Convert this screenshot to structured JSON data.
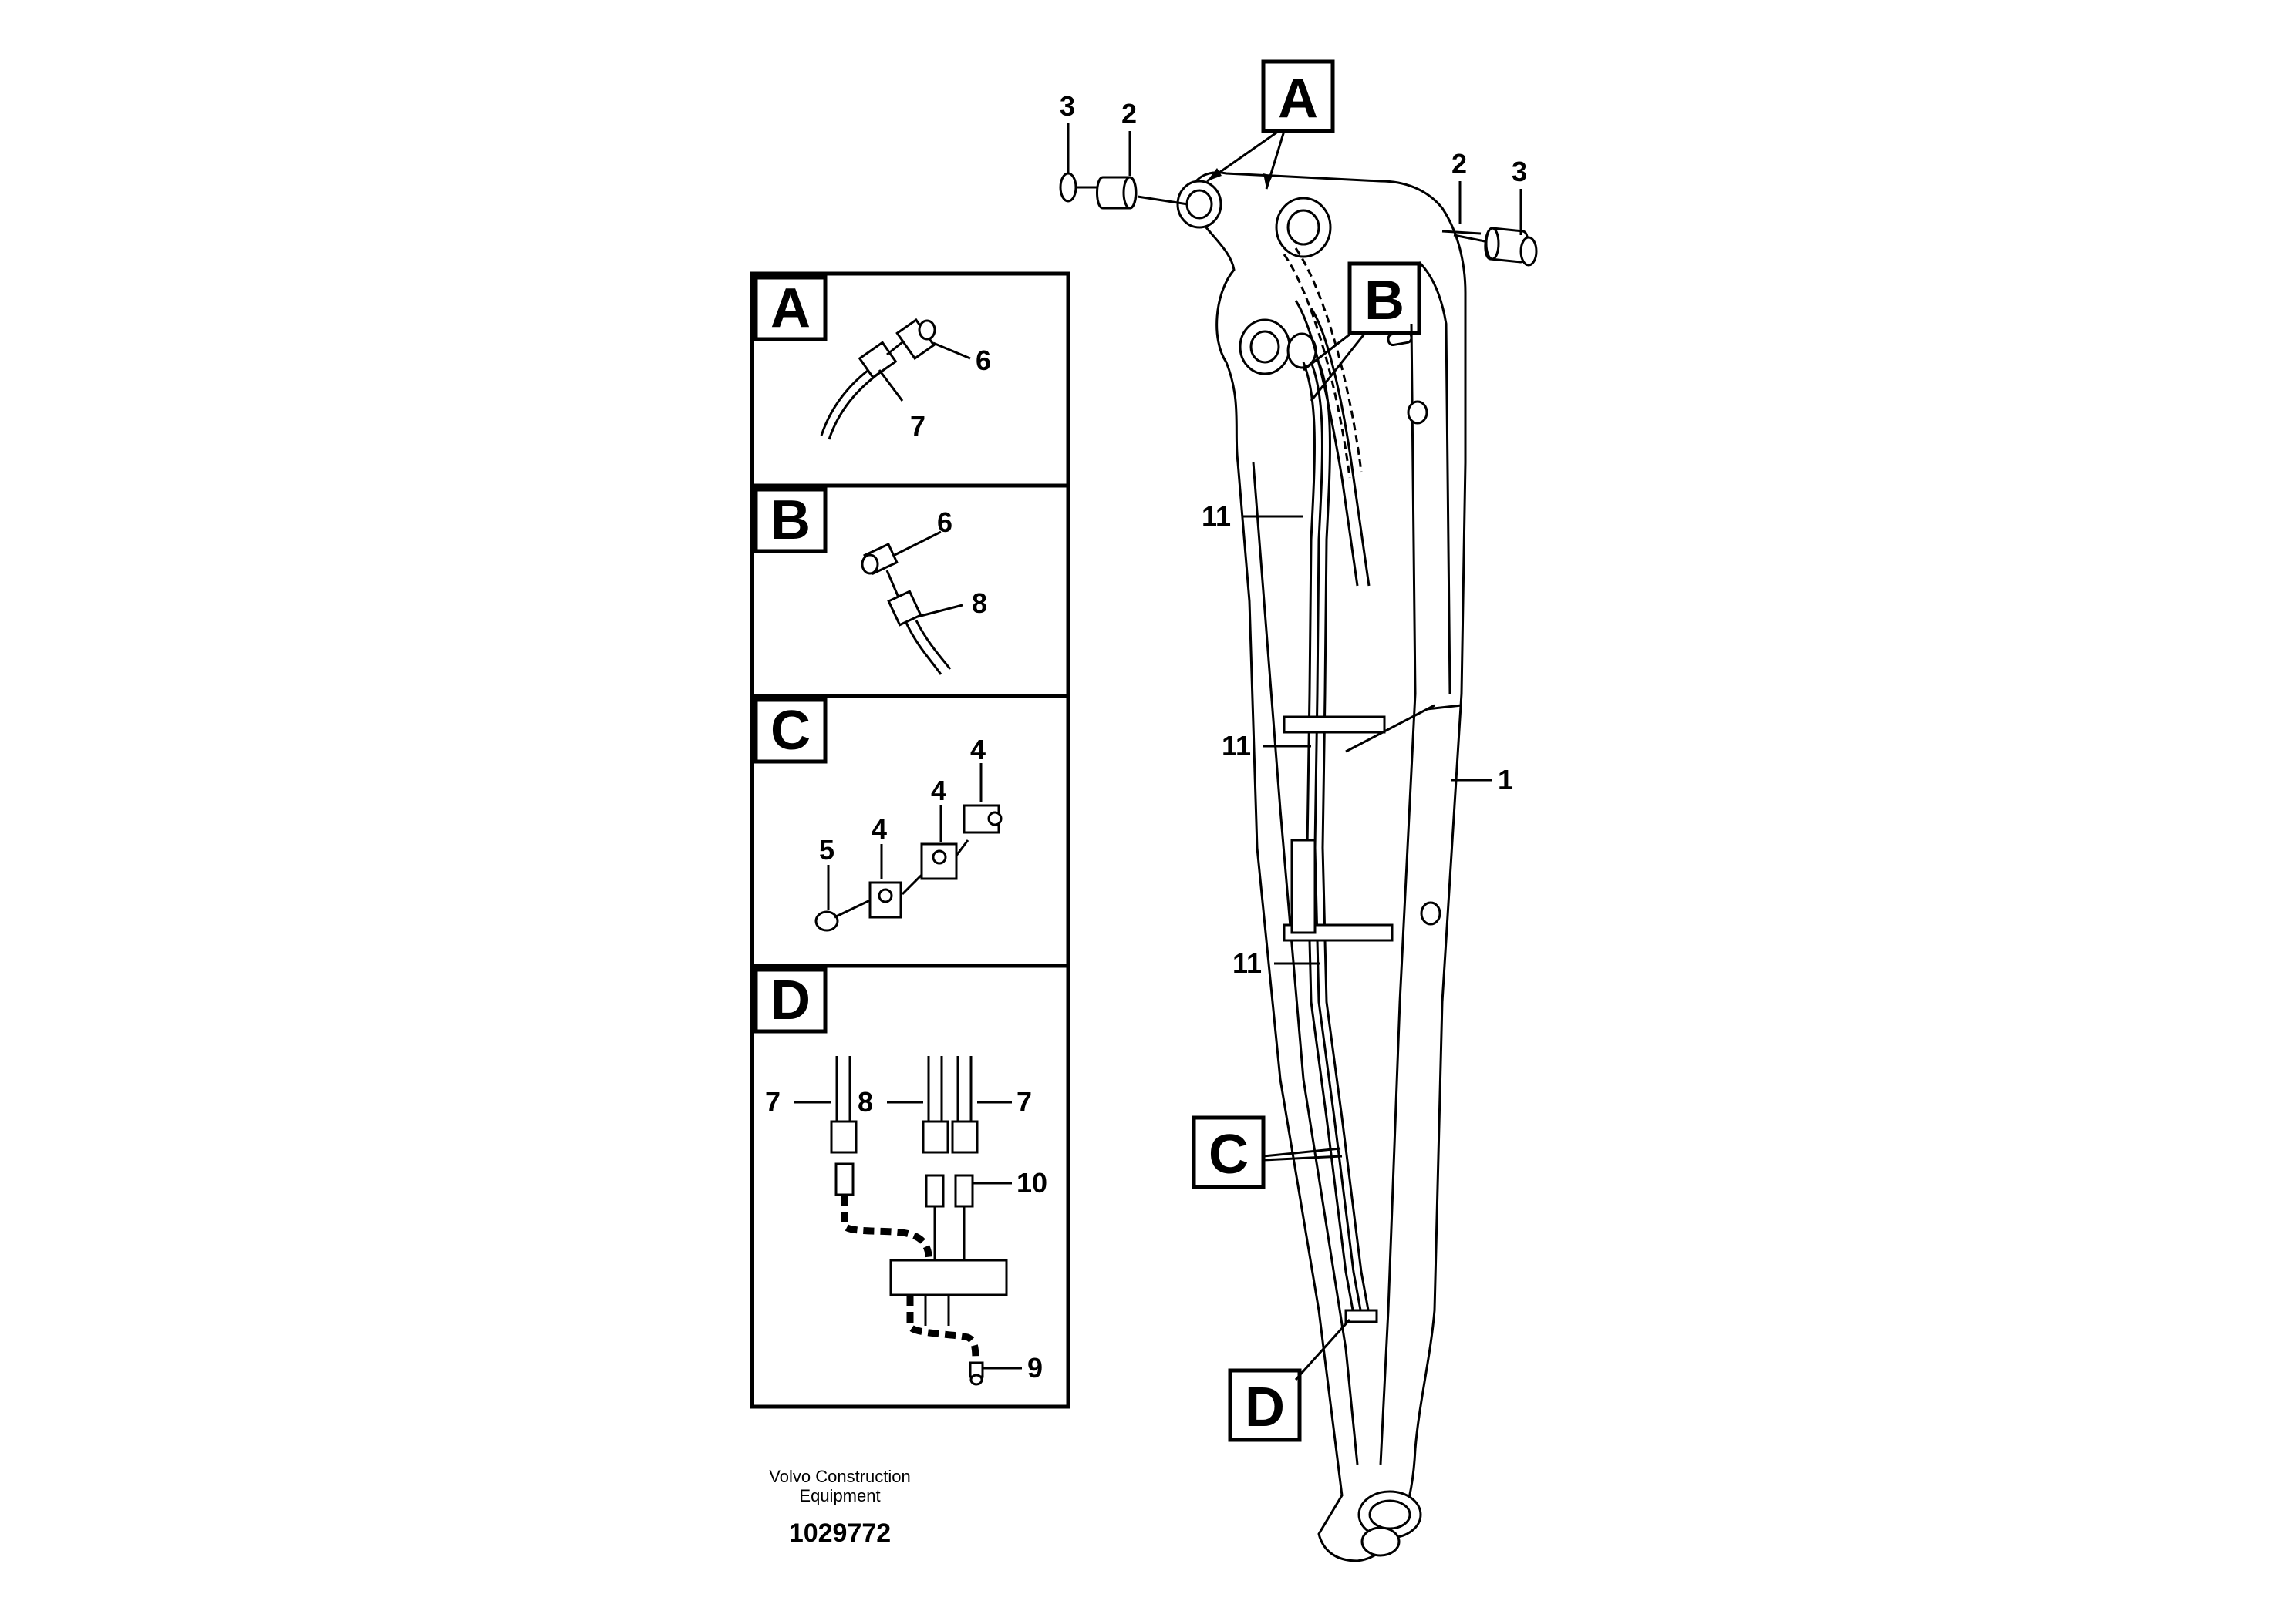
{
  "detail_panels": [
    {
      "letter": "A",
      "callouts": [
        "6",
        "7"
      ]
    },
    {
      "letter": "B",
      "callouts": [
        "6",
        "8"
      ]
    },
    {
      "letter": "C",
      "callouts": [
        "4",
        "4",
        "4",
        "5"
      ]
    },
    {
      "letter": "D",
      "callouts": [
        "7",
        "8",
        "7",
        "10",
        "9"
      ]
    }
  ],
  "main_callouts": {
    "pin_left_ring": "3",
    "pin_left_bushing": "2",
    "pin_right_bushing": "2",
    "pin_right_ring": "3",
    "arm": "1",
    "clamp_upper": "11",
    "clamp_middle": "11",
    "clamp_lower": "11"
  },
  "main_view_labels": [
    "A",
    "B",
    "C",
    "D"
  ],
  "footer": {
    "company_line1": "Volvo Construction",
    "company_line2": "Equipment",
    "drawing_number": "1029772"
  }
}
